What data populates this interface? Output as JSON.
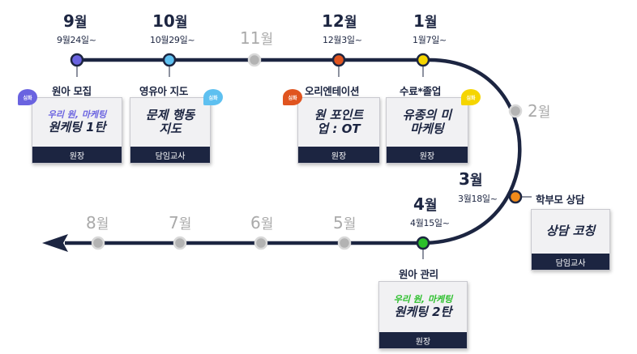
{
  "colors": {
    "navy": "#1c2541",
    "grey": "#b3b3b3",
    "purple": "#6a63e0",
    "blue": "#5ec0f0",
    "orange_red": "#e0541f",
    "yellow": "#f5d500",
    "orange": "#f08a1a",
    "green": "#2bbf2b"
  },
  "months": {
    "sep": {
      "num": "9",
      "unit": "월",
      "date": "9월24일~"
    },
    "oct": {
      "num": "10",
      "unit": "월",
      "date": "10월29일~"
    },
    "nov": {
      "num": "11",
      "unit": "월"
    },
    "dec": {
      "num": "12",
      "unit": "월",
      "date": "12월3일~"
    },
    "jan": {
      "num": "1",
      "unit": "월",
      "date": "1월7일~"
    },
    "feb": {
      "num": "2",
      "unit": "월"
    },
    "mar": {
      "num": "3",
      "unit": "월",
      "date": "3월18일~"
    },
    "apr": {
      "num": "4",
      "unit": "월",
      "date": "4월15일~"
    },
    "may": {
      "num": "5",
      "unit": "월"
    },
    "jun": {
      "num": "6",
      "unit": "월"
    },
    "jul": {
      "num": "7",
      "unit": "월"
    },
    "aug": {
      "num": "8",
      "unit": "월"
    }
  },
  "events": {
    "recruit": {
      "label": "원아 모집",
      "badge": "심화",
      "line1": "우리 원, 마케팅",
      "line2": "원케팅 1탄",
      "role": "원장"
    },
    "guidance": {
      "label": "영유아 지도",
      "badge": "심화",
      "line1": "문제 행동",
      "line2": "지도",
      "role": "담임교사"
    },
    "orientation": {
      "label": "오리엔테이션",
      "badge": "심화",
      "line1": "원 포인트",
      "line2": "업 : OT",
      "role": "원장"
    },
    "graduation": {
      "label": "수료*졸업",
      "badge": "심화",
      "line1": "유종의 미",
      "line2": "마케팅",
      "role": "원장"
    },
    "parents": {
      "label": "학부모 상담",
      "line1": "상담 코칭",
      "role": "담임교사"
    },
    "management": {
      "label": "원아 관리",
      "line1": "우리 원, 마케팅",
      "line2": "원케팅 2탄",
      "role": "원장"
    }
  }
}
